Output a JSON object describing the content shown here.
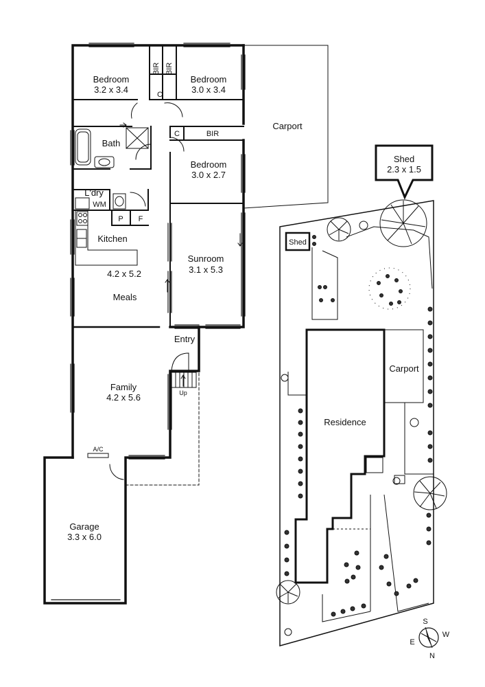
{
  "floorplan": {
    "rooms": {
      "bedroom1": {
        "name": "Bedroom",
        "dims": "3.2 x 3.4"
      },
      "bedroom2": {
        "name": "Bedroom",
        "dims": "3.0 x 3.4"
      },
      "bedroom3": {
        "name": "Bedroom",
        "dims": "3.0 x 2.7"
      },
      "carport": {
        "name": "Carport"
      },
      "bath": {
        "name": "Bath"
      },
      "laundry": {
        "name": "L'dry",
        "wm": "WM"
      },
      "pantry": {
        "name": "P"
      },
      "fridge": {
        "name": "F"
      },
      "kitchen": {
        "name": "Kitchen"
      },
      "kitchen_meals_dims": "4.2 x 5.2",
      "meals": {
        "name": "Meals"
      },
      "sunroom": {
        "name": "Sunroom",
        "dims": "3.1 x 5.3"
      },
      "entry": {
        "name": "Entry",
        "stairs": "Up"
      },
      "family": {
        "name": "Family",
        "dims": "4.2 x 5.6"
      },
      "garage": {
        "name": "Garage",
        "dims": "3.3 x 6.0"
      }
    },
    "labels": {
      "bir": "BIR",
      "cupboard": "C",
      "ac": "A/C"
    }
  },
  "siteplan": {
    "shed_callout": {
      "name": "Shed",
      "dims": "2.3 x 1.5"
    },
    "shed": "Shed",
    "carport": "Carport",
    "residence": "Residence"
  },
  "compass": {
    "s": "S",
    "w": "W",
    "e": "E",
    "n": "N"
  }
}
